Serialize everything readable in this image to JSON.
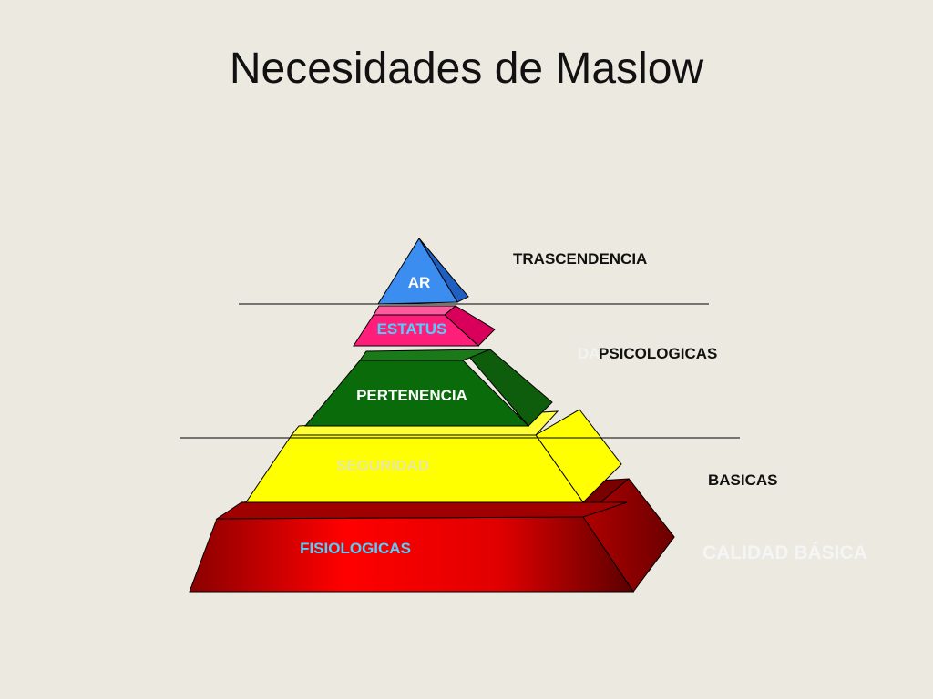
{
  "title": "Necesidades de Maslow",
  "pyramid": {
    "levels": [
      {
        "label": "AR",
        "color": "#3b8df0",
        "text_color": "#ffffff"
      },
      {
        "label": "ESTATUS",
        "color": "#ff1f7a",
        "text_color": "#4fd0ff"
      },
      {
        "label": "PERTENENCIA",
        "color": "#0a6b0a",
        "text_color": "#ffffff"
      },
      {
        "label": "SEGURIDAD",
        "color": "#ffff00",
        "text_color": "#e8e8a0"
      },
      {
        "label": "FISIOLOGICAS",
        "color": "#d40000",
        "text_color": "#4fd0ff"
      }
    ]
  },
  "side_labels": {
    "trascendencia": "TRASCENDENCIA",
    "psicologicas_prefix": "DA",
    "psicologicas": "PSICOLOGICAS",
    "basicas": "BASICAS",
    "calidad_basica": "CALIDAD BÁSICA"
  }
}
